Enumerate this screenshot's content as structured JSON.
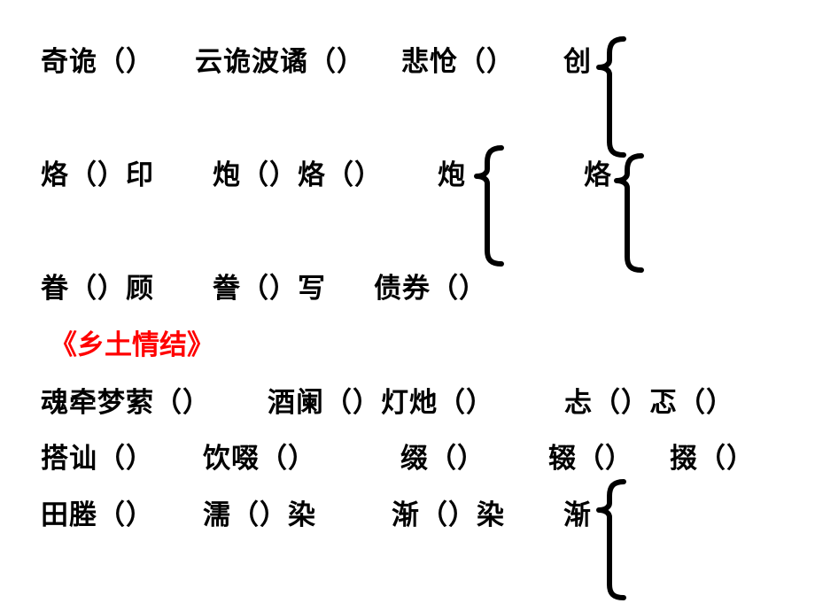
{
  "colors": {
    "text": "#000000",
    "title": "#ff0000",
    "background": "#ffffff"
  },
  "section1": {
    "row1": {
      "item1": "奇诡（）",
      "item2": "云诡波谲（）",
      "item3": "悲怆（）",
      "item4": "创"
    },
    "row2": {
      "item1": "烙（）印",
      "item2": "炮（）烙（）",
      "item3": "炮",
      "item4": "烙"
    },
    "row3": {
      "item1": "眷（）顾",
      "item2": "誊（）写",
      "item3": "债券（）"
    }
  },
  "section2": {
    "title": "《乡土情结》",
    "row1": {
      "item1": "魂牵梦萦（）",
      "item2": "酒阑（）灯灺（）",
      "item3": "忐（）忑（）"
    },
    "row2": {
      "item1": "搭讪（）",
      "item2": "饮啜（）",
      "item3": "缀（）",
      "item4": "辍（）",
      "item5": "掇（）"
    },
    "row3": {
      "item1": "田塍（）",
      "item2": "濡（）染",
      "item3": "渐（）染",
      "item4": "渐"
    }
  },
  "icons": {
    "brace": "left-curly-brace"
  }
}
